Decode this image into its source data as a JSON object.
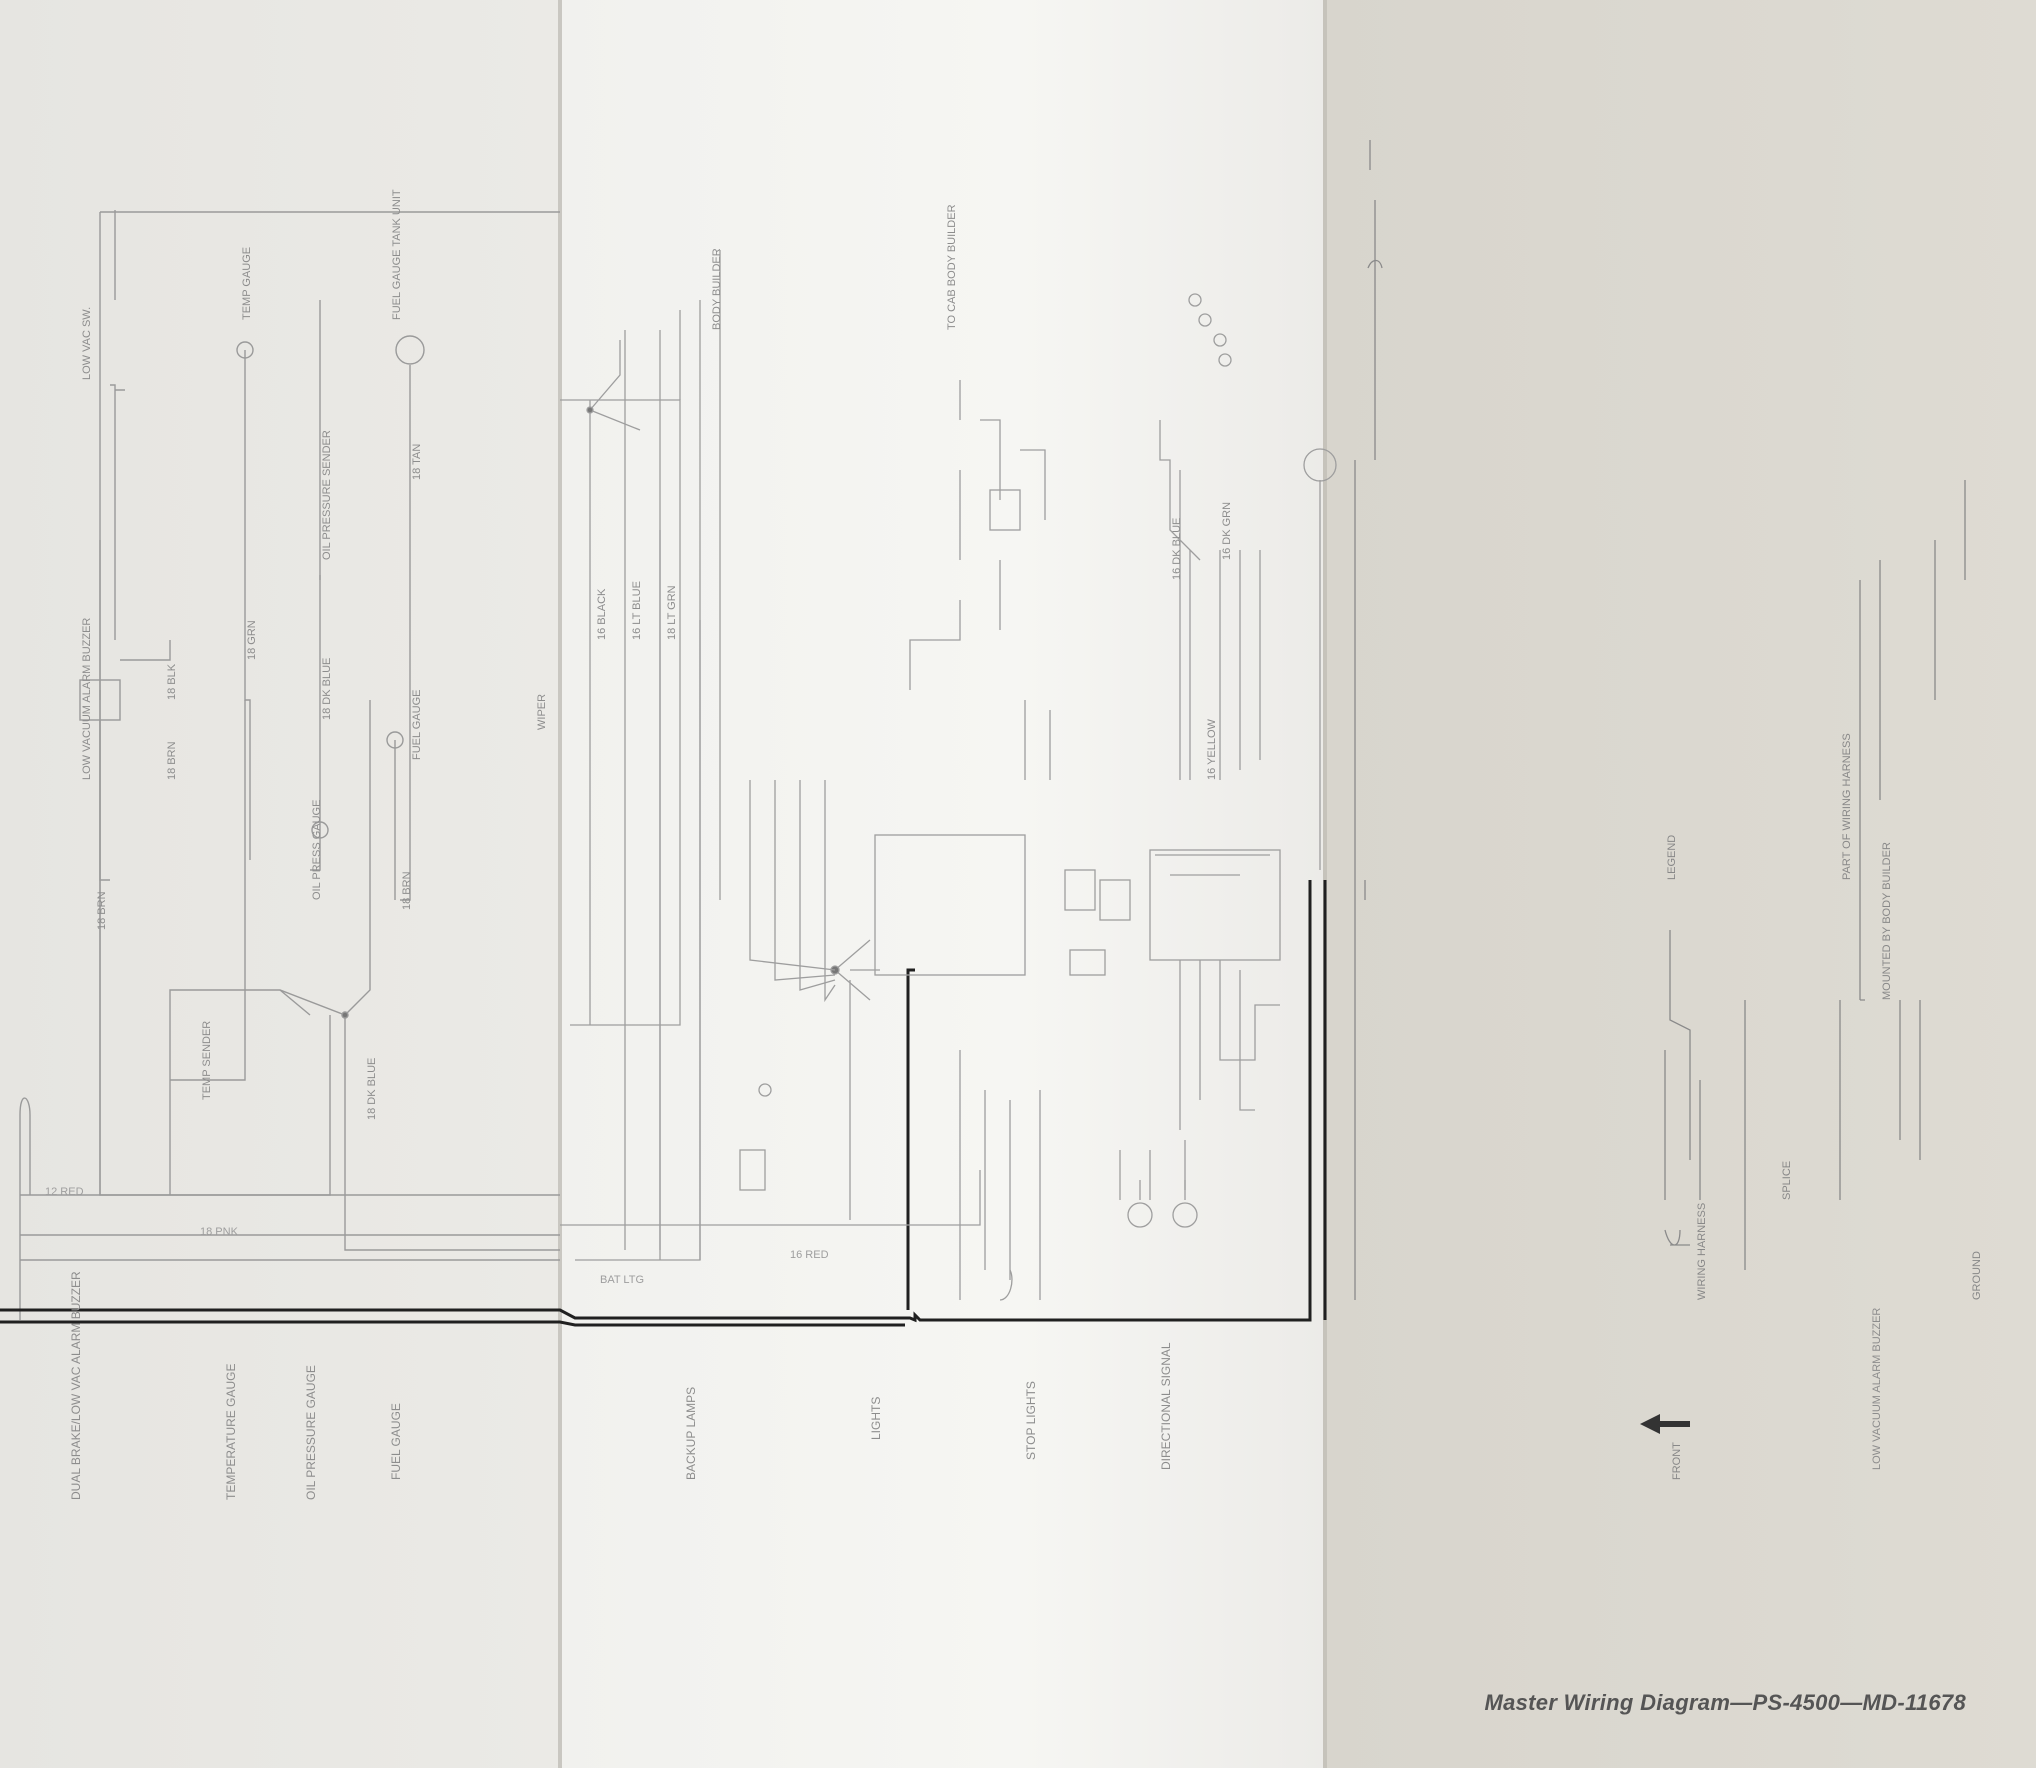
{
  "document": {
    "title": "Master Wiring Diagram—PS-4500—MD-11678"
  },
  "gauge_section_labels": [
    "DUAL BRAKE/LOW VAC ALARM BUZZER",
    "TEMPERATURE GAUGE",
    "OIL PRESSURE GAUGE",
    "FUEL GAUGE"
  ],
  "circuit_section_labels": [
    "BACKUP LAMPS",
    "LIGHTS",
    "STOP LIGHTS",
    "DIRECTIONAL SIGNAL"
  ],
  "component_labels": [
    "LOW VACUUM ALARM BUZZER",
    "LOW VAC SW.",
    "TEMP GAUGE",
    "TEMP SENDER",
    "OIL PRESSURE SENDER",
    "OIL PRESS GAUGE",
    "FUEL GAUGE",
    "FUEL GAUGE TANK UNIT",
    "WIPER",
    "BODY BUILDER",
    "TO CAB BODY BUILDER"
  ],
  "wire_labels": [
    "18 BRN",
    "18 BLK",
    "18 DK BLUE",
    "18 TAN",
    "18 PNK",
    "12 RED",
    "BAT LTG",
    "16 BLACK",
    "16 RED",
    "16 DK BLUE",
    "16 LT BLUE",
    "18 LT GRN",
    "16 YELLOW",
    "16 DK GRN"
  ],
  "legend": {
    "heading": "LEGEND",
    "orientation_label": "FRONT",
    "entries": [
      "WIRING HARNESS",
      "SPLICE",
      "PART OF WIRING HARNESS",
      "MOUNTED BY BODY BUILDER",
      "GROUND"
    ]
  },
  "colors": {
    "wire_main": "#202020",
    "wire_faint": "#8f8f8f",
    "title_text": "#555555"
  }
}
